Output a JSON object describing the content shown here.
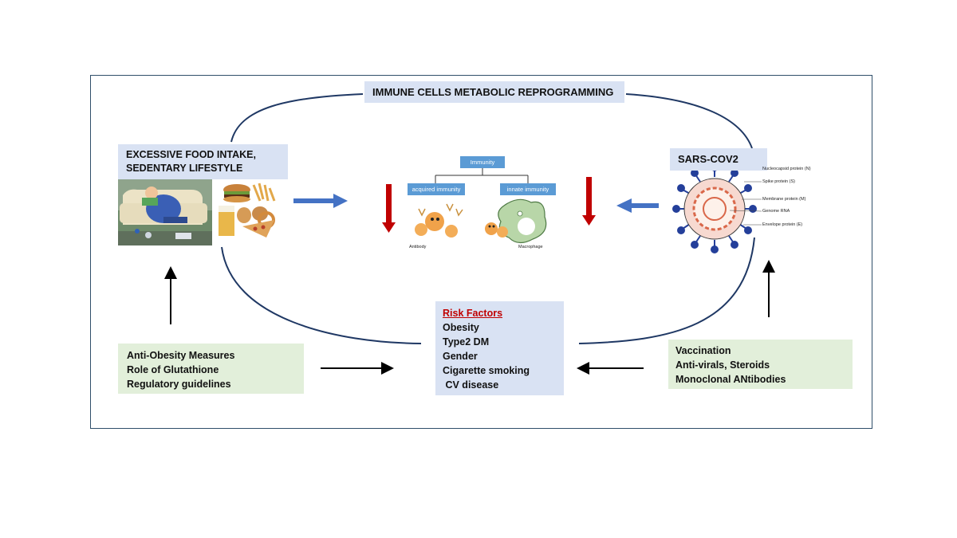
{
  "diagram": {
    "title": "IMMUNE CELLS METABOLIC REPROGRAMMING",
    "food_box": {
      "lines": [
        "EXCESSIVE FOOD INTAKE,",
        "SEDENTARY LIFESTYLE"
      ]
    },
    "sars_box": {
      "label": "SARS-COV2"
    },
    "risk_box": {
      "title": "Risk Factors",
      "items": [
        "Obesity",
        "Type2 DM",
        "Gender",
        "Cigarette smoking",
        " CV disease"
      ]
    },
    "anti_box": {
      "items": [
        "Anti-Obesity Measures",
        "Role of Glutathione",
        "Regulatory guidelines"
      ]
    },
    "vacc_box": {
      "items": [
        "Vaccination",
        "Anti-virals, Steroids",
        "Monoclonal ANtibodies"
      ]
    },
    "immunity_tree": {
      "root": "Immunity",
      "left": "acquired immunity",
      "right": "innate immunity",
      "left_caption": "Antibody",
      "right_caption": "Macrophage"
    },
    "virus_labels": [
      "Nucleocapsid protein (N)",
      "Spike protein (S)",
      "Membrane protein (M)",
      "Genome RNA",
      "Envelope protein (E)"
    ],
    "colors": {
      "box_blue": "#d9e2f3",
      "box_green": "#e2efda",
      "connector": "#1f3864",
      "arrow_blue": "#4472c4",
      "arrow_red": "#c00000",
      "risk_title": "#c00000"
    }
  }
}
